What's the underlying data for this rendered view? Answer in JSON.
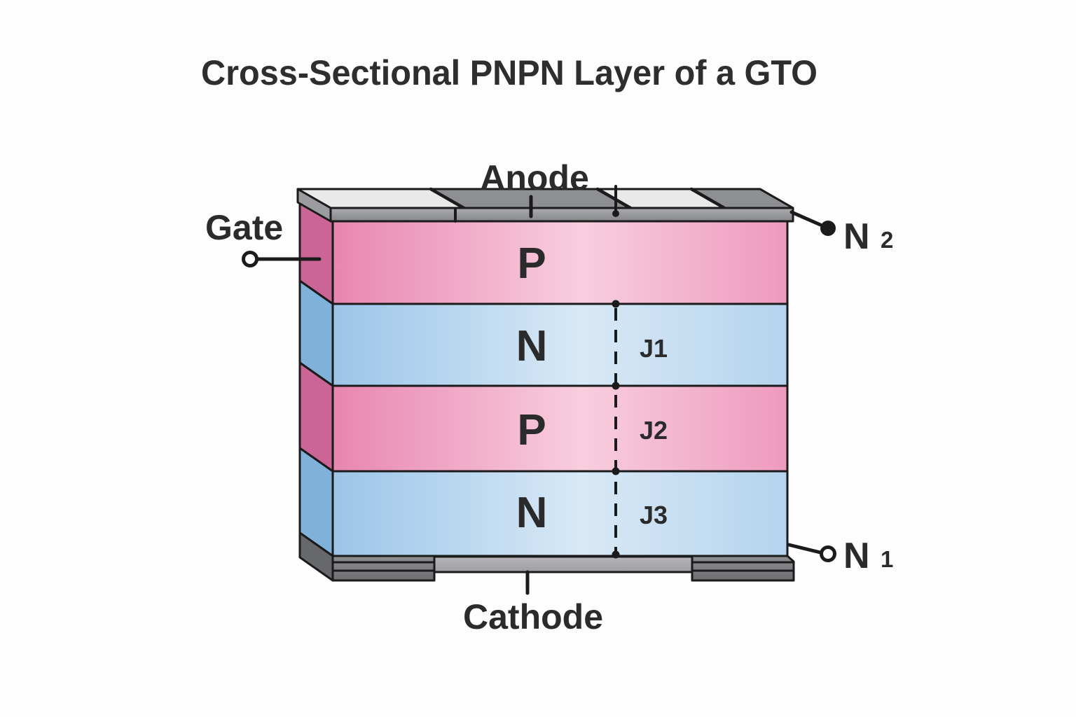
{
  "title": "Cross-Sectional PNPN Layer of a GTO",
  "electrodes": {
    "top": "Anode",
    "bottom": "Cathode"
  },
  "terminals": {
    "gate": {
      "label": "Gate"
    },
    "n2": {
      "label": "N",
      "sub": "2"
    },
    "n1": {
      "label": "N",
      "sub": "1"
    }
  },
  "layers": [
    {
      "label": "P"
    },
    {
      "label": "N"
    },
    {
      "label": "P"
    },
    {
      "label": "N"
    }
  ],
  "junctions": [
    {
      "label": "J1"
    },
    {
      "label": "J2"
    },
    {
      "label": "J3"
    }
  ],
  "colors": {
    "outline": "#1b1b1b",
    "label_text": "#2b2b2b",
    "pink_front_dark": "#e886b0",
    "pink_front_light": "#f8cede",
    "pink_front_right": "#ee9abd",
    "pink_side": "#cb6596",
    "blue_front_dark": "#9cc5e7",
    "blue_front_light": "#d8e9f6",
    "blue_front_right": "#b4d3ed",
    "blue_side": "#7fb1d9",
    "metal_front_top": "#abacb0",
    "metal_front_bottom": "#85868a",
    "metal_top_light": "#e9e9ea",
    "metal_top_dark": "#8e8f93",
    "metal_cap": "#9b9ca0",
    "cathode_bar_top": "#b6b6ba",
    "cathode_bar_bottom": "#9d9ea2",
    "cathode_stack_top": "#8e8f93",
    "cathode_stack_bottom": "#6d6e72",
    "cathode_side": "#67686c"
  }
}
